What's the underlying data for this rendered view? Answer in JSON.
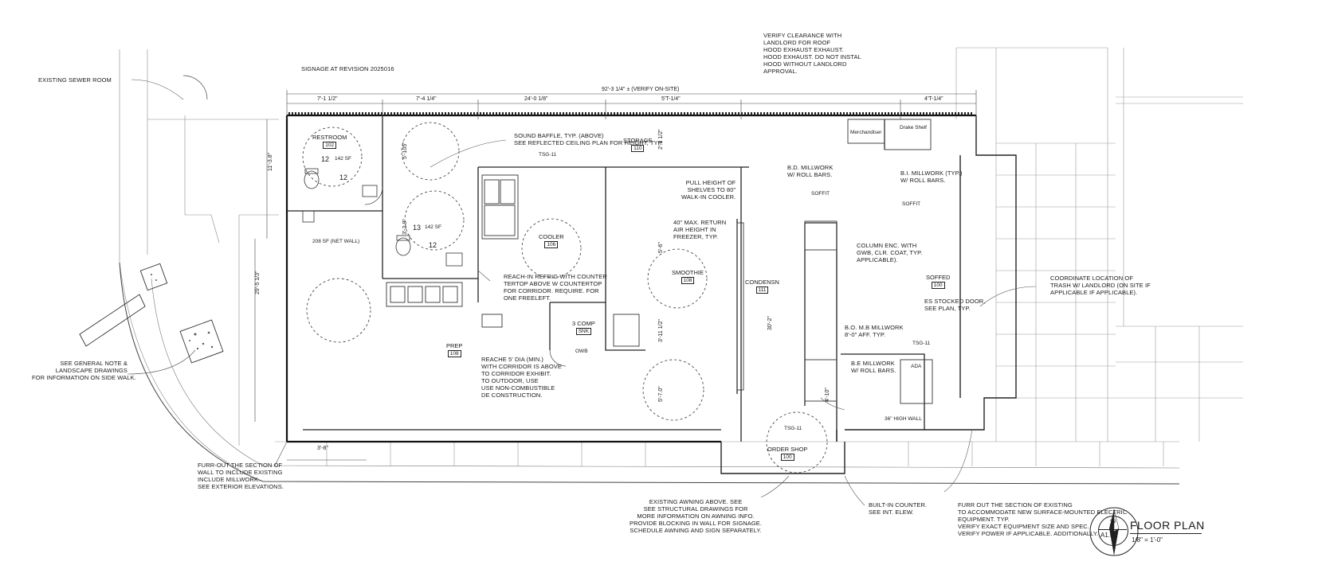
{
  "sheet": {
    "title": "FLOOR PLAN",
    "number": "1",
    "sheet_ref": "A1.01",
    "scale": "1/8\" = 1'-0\""
  },
  "header_note": "SIGNAGE AT REVISION 2025016",
  "dimensions": {
    "overall": "92'-3 1/4\" ± (VERIFY ON-SITE)",
    "segments": [
      "7'-1 1/2\"",
      "7'-4 1/4\"",
      "24'-0 1/8\"",
      "5'T-1/4\"",
      "4'T-1/4\""
    ],
    "bottom": "3'-8\"",
    "vertical": [
      "11'-3.8\"",
      "5'-105\"",
      "3'-2.8\"",
      "29'-5 1/3\"",
      "2'-1 1/2\"",
      "5'-6\"",
      "3'-11 1/2\"",
      "5'-7.0\"",
      "30'-2\"",
      "4'-10\""
    ]
  },
  "rooms": [
    {
      "name": "RESTROOM",
      "number": "102"
    },
    {
      "name": "STORAGE",
      "number": "110"
    },
    {
      "name": "COOLER",
      "number": "106"
    },
    {
      "name": "SMOOTHIE",
      "number": "108"
    },
    {
      "name": "CONDENSN",
      "number": "111"
    },
    {
      "name": "PREP",
      "number": "108"
    },
    {
      "name": "SOFFED",
      "number": "100"
    },
    {
      "name": "ORDER SHOP",
      "number": "100"
    },
    {
      "name": "3 COMP",
      "number": "SNK"
    }
  ],
  "area_tags": [
    {
      "value": "12",
      "area": "142 SF"
    },
    {
      "value": "13",
      "area": "142 SF"
    }
  ],
  "small_text": {
    "twelve_a": "12",
    "twelve_b": "12",
    "net_wall": "208 SF (NET WALL)",
    "tsg_a": "TSG-11",
    "tsg_b": "TSG-11",
    "tsg_c": "TSG-11",
    "soffit_a": "SOFFIT",
    "soffit_b": "SOFFIT",
    "merchandiser": "Merchandiser",
    "drake_shelf": "Drake Shelf",
    "ada": "ADA",
    "high_wall": "36\" HIGH WALL",
    "owb": "OWB"
  },
  "notes": {
    "sewer": "EXISTING SEWER ROOM",
    "landlord": [
      "VERIFY CLEARANCE WITH",
      "LANDLORD FOR ROOF",
      "HOOD EXHAUST EXHAUST.",
      "HOOD EXHAUST. DO NOT INSTAL",
      "HOOD WITHOUT LANDLORD",
      "APPROVAL."
    ],
    "sound": [
      "SOUND BAFFLE, TYP. (ABOVE)",
      "SEE REFLECTED CEILING PLAN FOR HEIGHT, TYP."
    ],
    "pull": [
      "PULL HEIGHT OF",
      "SHELVES TO 80\"",
      "WALK-IN COOLER."
    ],
    "return": [
      "40\" MAX. RETURN",
      "AIR HEIGHT IN",
      "FREEZER, TYP."
    ],
    "bd_millwork": [
      "B.D. MILLWORK",
      "W/ ROLL BARS."
    ],
    "bi_millwork": [
      "B.I. MILLWORK (TYP.)",
      "W/ ROLL BARS."
    ],
    "column": [
      "COLUMN ENC. WITH",
      "GWB, CLR. COAT, TYP.",
      "APPLICABLE)."
    ],
    "reach_in": [
      "REACH-IN REFRIG WITH COUNTER",
      "TERTOP ABOVE W COUNTERTOP",
      "FOR CORRIDOR. REQUIRE. FOR",
      "ONE FREELEFT."
    ],
    "reach_5": [
      "REACHE 5' DIA (MIN.)",
      "WITH CORRIDOR IS ABOVE",
      "TO CORRIDOR EXHIBIT.",
      "TO OUTDOOR, USE",
      "USE NON-COMBUSTIBLE",
      "DE CONSTRUCTION."
    ],
    "bo_millwork": [
      "B.O. M.B MILLWORK",
      "8'-0\" AFF. TYP."
    ],
    "es_stock": [
      "ES STOCKED DOOR,",
      "SEE PLAN, TYP."
    ],
    "be_millwork": [
      "B.E MILLWORK",
      "W/ ROLL BARS."
    ],
    "coordinate": [
      "COORDINATE LOCATION OF",
      "TRASH W/ LANDLORD (ON SITE IF",
      "APPLICABLE IF APPLICABLE)."
    ],
    "general": [
      "SEE GENERAL NOTE &",
      "LANDSCAPE DRAWINGS",
      "FOR INFORMATION ON SIDE WALK."
    ],
    "furr_left": [
      "FURR-OUT THE SECTION OF",
      "WALL TO INCLUDE EXISTING",
      "INCLUDE MILLWORK.",
      "SEE EXTERIOR ELEVATIONS."
    ],
    "awning": [
      "EXISTING AWNING ABOVE. SEE",
      "SEE STRUCTURAL DRAWINGS FOR",
      "MORE INFORMATION ON AWNING INFO.",
      "PROVIDE BLOCKING IN WALL FOR SIGNAGE.",
      "SCHEDULE AWNING AND SIGN SEPARATELY."
    ],
    "builtin": [
      "BUILT-IN COUNTER.",
      "SEE INT. ELEW."
    ],
    "furr_right": [
      "FURR OUT THE SECTION OF EXISTING",
      "TO ACCOMMODATE NEW SURFACE-MOUNTED ELECTRIC",
      "EQUIPMENT. TYP.",
      "VERIFY EXACT EQUIPMENT SIZE AND SPEC.",
      "VERIFY POWER IF APPLICABLE.   ADDITIONALLY."
    ]
  },
  "north_arrow": "N"
}
